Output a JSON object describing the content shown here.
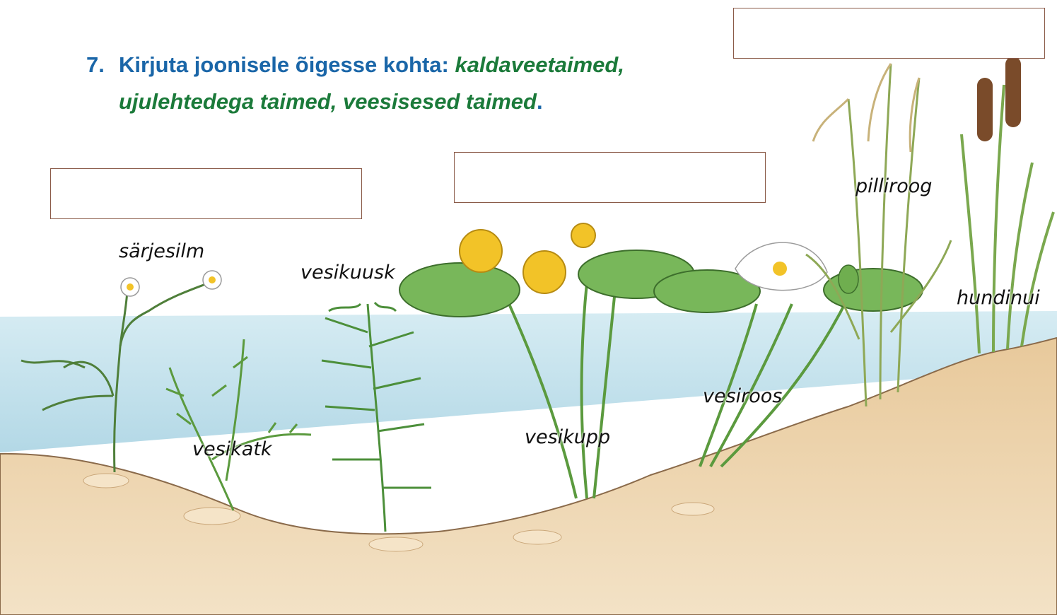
{
  "exercise": {
    "number": "7.",
    "instruction": "Kirjuta joonisele õigesse kohta: ",
    "options_line1": "kaldaveetaimed,",
    "options_line2": "ujulehtedega taimed, veesisesed taimed",
    "period": "."
  },
  "answer_boxes": [
    {
      "id": "left",
      "value": ""
    },
    {
      "id": "middle",
      "value": ""
    },
    {
      "id": "right",
      "value": ""
    }
  ],
  "plant_labels": {
    "sarjesilm": "särjesilm",
    "vesikuusk": "vesikuusk",
    "vesikatk": "vesikatk",
    "vesikupp": "vesikupp",
    "vesiroos": "vesiroos",
    "pilliroog": "pilliroog",
    "hundinui": "hundinui"
  },
  "colors": {
    "water": "#c8e4ee",
    "soil": "#e6c79a",
    "leaf": "#6fae4f",
    "yellow_flower": "#f2c328",
    "white_flower": "#ffffff",
    "cattail_head": "#7a4b2a"
  }
}
